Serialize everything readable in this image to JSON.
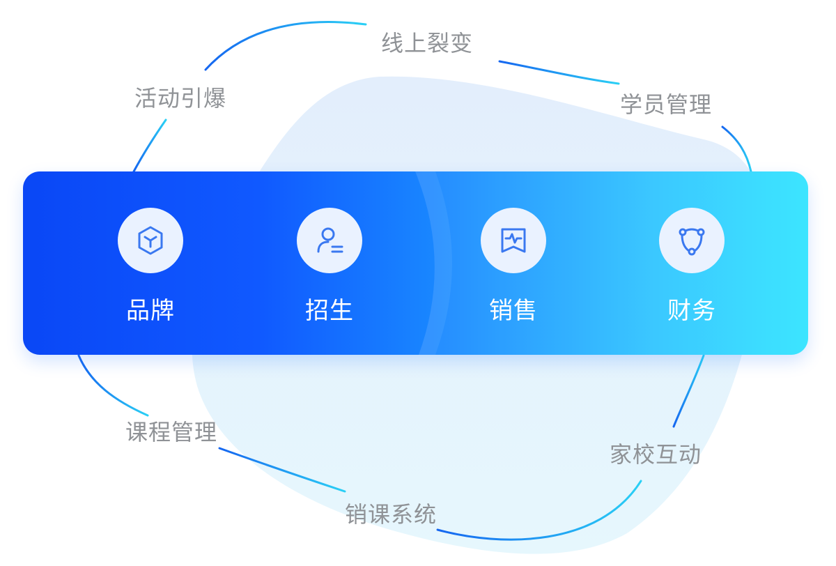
{
  "orbit_labels": {
    "top": "线上裂变",
    "top_left": "活动引爆",
    "top_right": "学员管理",
    "bottom_left": "课程管理",
    "bottom_right": "家校互动",
    "bottom": "销课系统"
  },
  "band": {
    "items": [
      {
        "label": "品牌",
        "icon": "cube-icon"
      },
      {
        "label": "招生",
        "icon": "user-add-icon"
      },
      {
        "label": "销售",
        "icon": "chart-card-icon"
      },
      {
        "label": "财务",
        "icon": "share-node-icon"
      }
    ]
  },
  "colors": {
    "band_start": "#0a47f6",
    "band_end": "#30e4ff",
    "orbit_line": "#1a8cff",
    "label_gray": "#8f9296",
    "blob": "#e6f2fd",
    "icon_circle": "#eaf2ff",
    "icon_stroke": "#3a78f0"
  }
}
